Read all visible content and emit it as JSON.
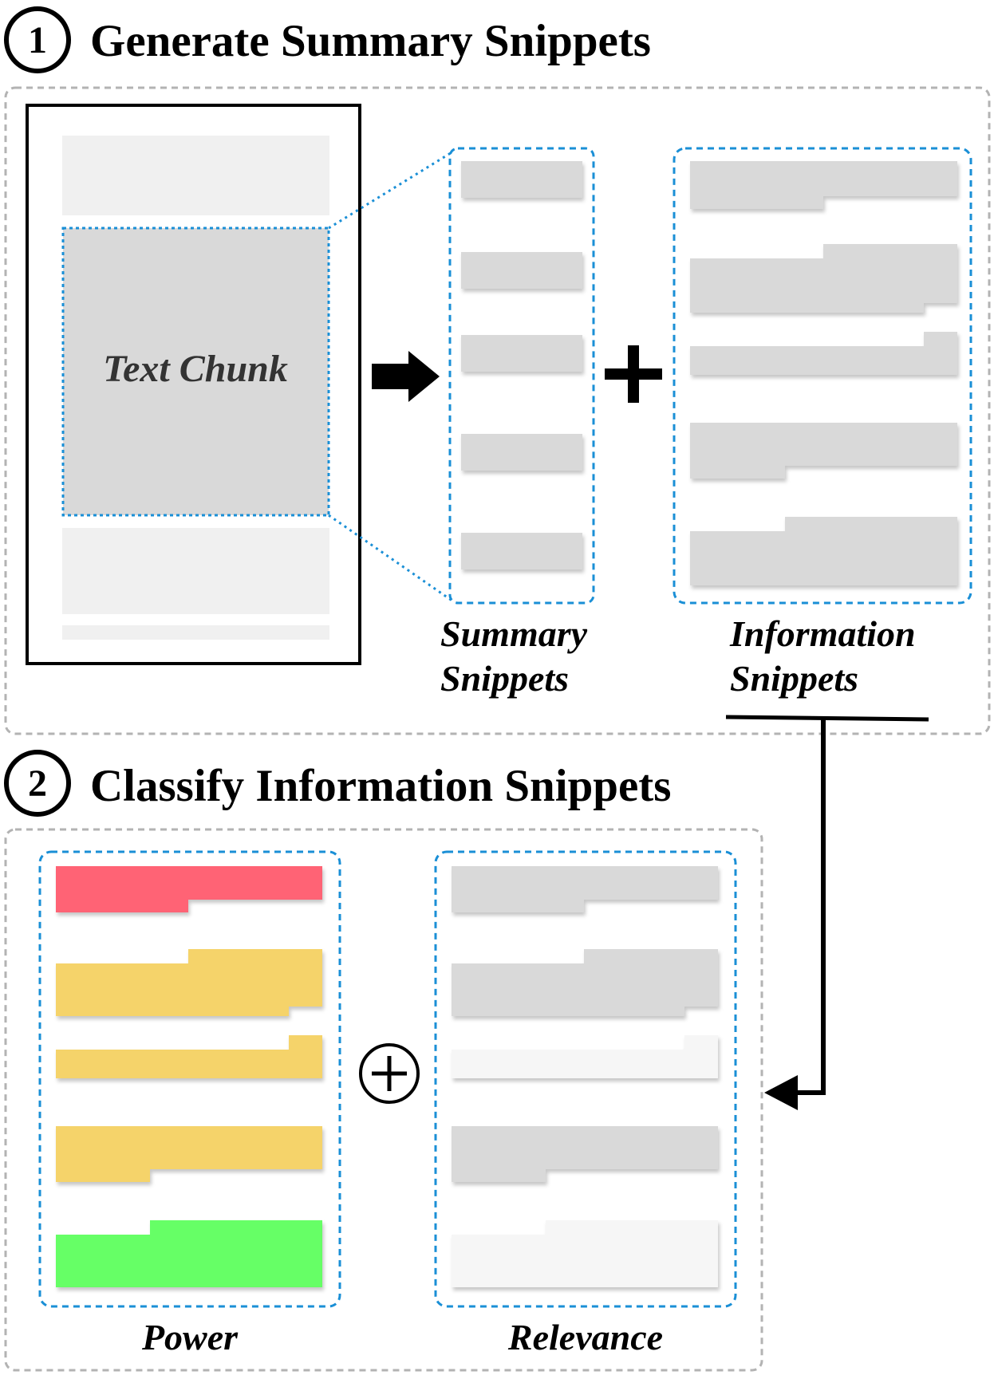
{
  "step1": {
    "number": "1",
    "title": "Generate Summary Snippets"
  },
  "step2": {
    "number": "2",
    "title": "Classify Information Snippets"
  },
  "text_chunk_label": "Text Chunk",
  "summary_label": [
    "Summary",
    "Snippets"
  ],
  "information_label": [
    "Information",
    "Snippets"
  ],
  "power_label": "Power",
  "relevance_label": "Relevance",
  "colors": {
    "dashed_blue": "#1a8fd6",
    "section_border": "#b3b3b3",
    "snippet_gray": "#d9d9d9",
    "light_gray": "#f0f0f0",
    "faint_gray": "#f6f6f6",
    "power_red": "#ff6474",
    "power_yellow": "#f5d36a",
    "power_green": "#66ff66"
  }
}
